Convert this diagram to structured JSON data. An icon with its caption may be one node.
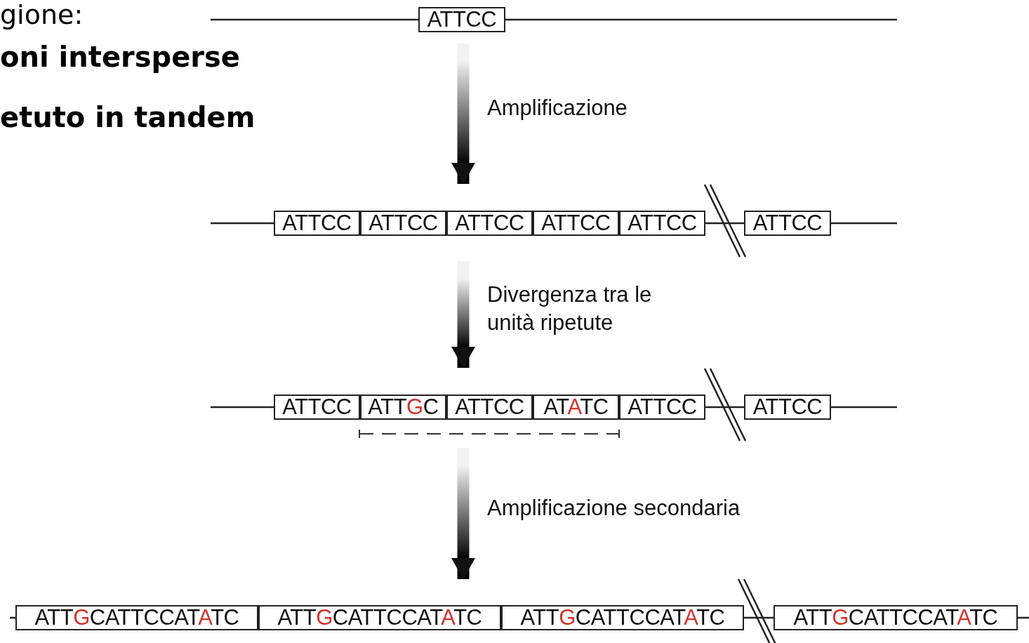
{
  "diagram": {
    "nodes": [
      {
        "text": [],
        "shape": "bar"
      },
      {
        "text": [
          "ATTCC"
        ],
        "in": 0
      },
      {
        "text": [],
        "shape": "bar"
      },
      {
        "text": [
          "ATTCC"
        ],
        "in": 2
      },
      {
        "text": [
          "ATTCC"
        ],
        "in": 2
      },
      {
        "text": [
          "ATTCC"
        ],
        "in": 2
      },
      {
        "text": [
          "ATTCC"
        ],
        "in": 2
      },
      {
        "text": [
          "ATTCC"
        ],
        "in": 2
      },
      {
        "text": [
          "ATTCC"
        ],
        "in": 2
      },
      {
        "text": [],
        "shape": "bar"
      },
      {
        "text": [
          "ATTCC"
        ],
        "in": 9
      },
      {
        "text": [
          "ATT**G**C"
        ],
        "in": 9
      },
      {
        "text": [
          "ATTCC"
        ],
        "in": 9
      },
      {
        "text": [
          "AT**A**TC"
        ],
        "in": 9
      },
      {
        "text": [
          "ATTCC"
        ],
        "in": 9
      },
      {
        "text": [
          "ATTCC"
        ],
        "in": 9
      },
      {
        "text": [],
        "shape": "bar"
      },
      {
        "text": [
          "ATT**G**CATTCCAT**A**TC"
        ],
        "in": 16
      },
      {
        "text": [
          "ATT**G**CATTCCAT**A**TC"
        ],
        "in": 16
      },
      {
        "text": [
          "ATT**G**CATTCCAT**A**TC"
        ],
        "in": 16
      },
      {
        "text": [
          "ATT**G**CATTCCAT**A**TC"
        ],
        "in": 16
      }
    ],
    "edges": [
      {
        "from": 0,
        "to": 2,
        "arrow": "to",
        "label": "Amplificazione"
      },
      {
        "from": 2,
        "to": 9,
        "arrow": "to",
        "label": "Divergenza tra le unità ripetute"
      },
      {
        "from": 9,
        "to": 16,
        "arrow": "to",
        "label": "Amplificazione secondaria"
      }
    ],
    "labels": [
      "gione:",
      "oni intersperse",
      "etuto in tandem"
    ]
  }
}
